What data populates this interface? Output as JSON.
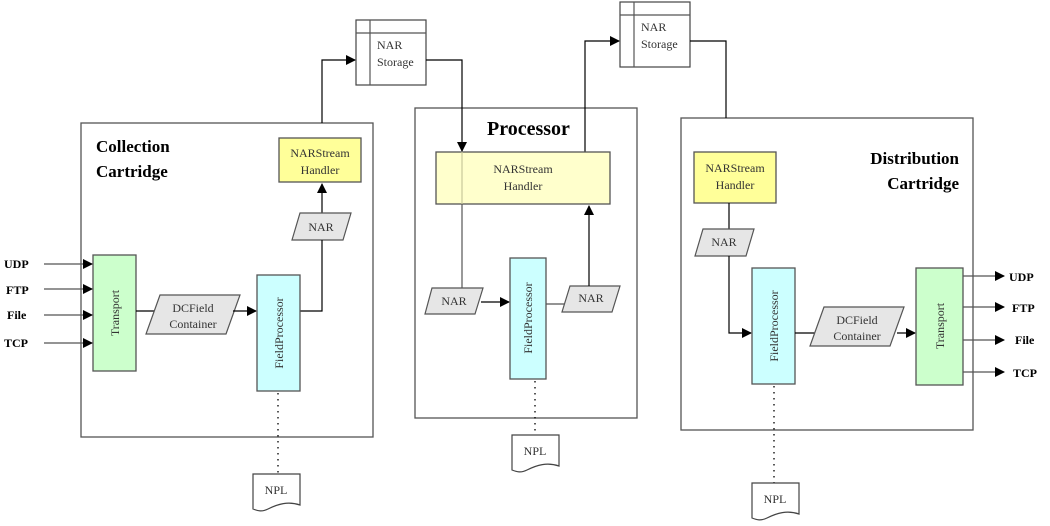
{
  "diagram": {
    "storages": [
      {
        "line1": "NAR",
        "line2": "Storage"
      },
      {
        "line1": "NAR",
        "line2": "Storage"
      }
    ],
    "collection": {
      "title_line1": "Collection",
      "title_line2": "Cartridge",
      "handler_line1": "NARStream",
      "handler_line2": "Handler",
      "nar": "NAR",
      "transport": "Transport",
      "container_line1": "DCField",
      "container_line2": "Container",
      "field_processor": "FieldProcessor",
      "npl": "NPL",
      "inputs": [
        "UDP",
        "FTP",
        "File",
        "TCP"
      ]
    },
    "processor": {
      "title": "Processor",
      "handler_line1": "NARStream",
      "handler_line2": "Handler",
      "nar_in": "NAR",
      "nar_out": "NAR",
      "field_processor": "FieldProcessor",
      "npl": "NPL"
    },
    "distribution": {
      "title_line1": "Distribution",
      "title_line2": "Cartridge",
      "handler_line1": "NARStream",
      "handler_line2": "Handler",
      "nar": "NAR",
      "field_processor": "FieldProcessor",
      "container_line1": "DCField",
      "container_line2": "Container",
      "transport": "Transport",
      "npl": "NPL",
      "outputs": [
        "UDP",
        "FTP",
        "File",
        "TCP"
      ]
    }
  }
}
